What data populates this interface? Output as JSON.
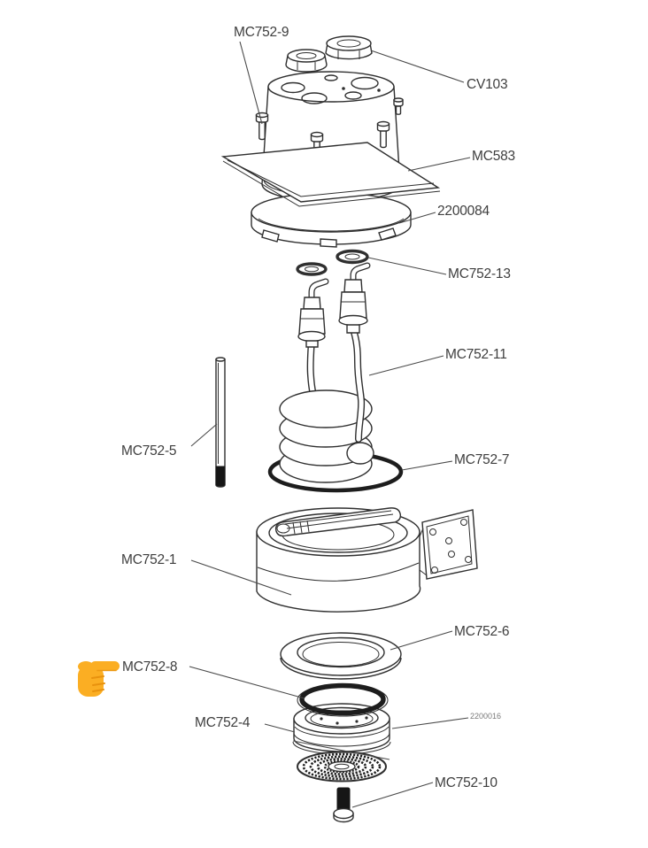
{
  "diagram": {
    "description": "Exploded parts diagram of a coffee-machine boiler and brew group assembly",
    "background": "#ffffff",
    "colors": {
      "line": "#2f2f2f",
      "leader": "#4a4a4a",
      "label_text": "#3e3e3e",
      "small_label_text": "#7a7a7a",
      "finger_main": "#fbae23",
      "finger_shade": "#e8920e"
    },
    "labels": [
      {
        "text": "MC752-9"
      },
      {
        "text": "CV103"
      },
      {
        "text": "MC583"
      },
      {
        "text": "2200084"
      },
      {
        "text": "MC752-13"
      },
      {
        "text": "MC752-11"
      },
      {
        "text": "MC752-5"
      },
      {
        "text": "MC752-7"
      },
      {
        "text": "MC752-1"
      },
      {
        "text": "MC752-6"
      },
      {
        "text": "MC752-8"
      },
      {
        "text": "MC752-4"
      },
      {
        "text": "2200016"
      },
      {
        "text": "MC752-10"
      }
    ],
    "pointer_icon": "backhand-index-pointing-right",
    "pointed_label": "MC752-8"
  }
}
